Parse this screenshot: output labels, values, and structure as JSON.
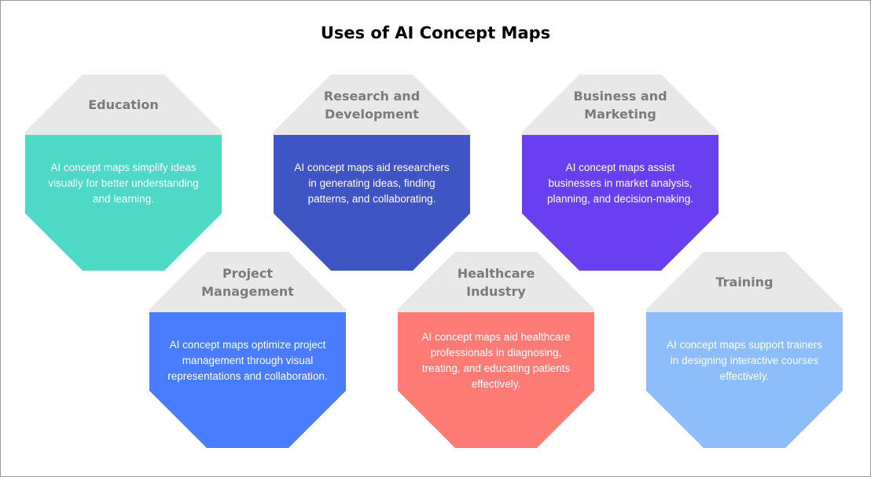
{
  "title": "Uses of AI Concept Maps",
  "nodes": [
    {
      "heading": "Education",
      "body": "AI concept maps simplify ideas visually for better understanding and learning.",
      "color": "#4dd9c5"
    },
    {
      "heading": "Research and Development",
      "body": "AI concept maps aid researchers in generating ideas, finding patterns, and collaborating.",
      "color": "#3f55c4"
    },
    {
      "heading": "Business and Marketing",
      "body": "AI concept maps assist businesses in market analysis, planning, and decision-making.",
      "color": "#6a3ff0"
    },
    {
      "heading": "Project Management",
      "body": "AI concept maps optimize project management through visual representations and collaboration.",
      "color": "#4a7cff"
    },
    {
      "heading": "Healthcare Industry",
      "body": "AI concept maps aid healthcare professionals in diagnosing, treating, and educating patients effectively.",
      "color": "#ff7b76"
    },
    {
      "heading": "Training",
      "body": "AI concept maps support trainers in designing interactive courses effectively.",
      "color": "#8dbdfa"
    }
  ],
  "header_color": "#e8e8e8"
}
